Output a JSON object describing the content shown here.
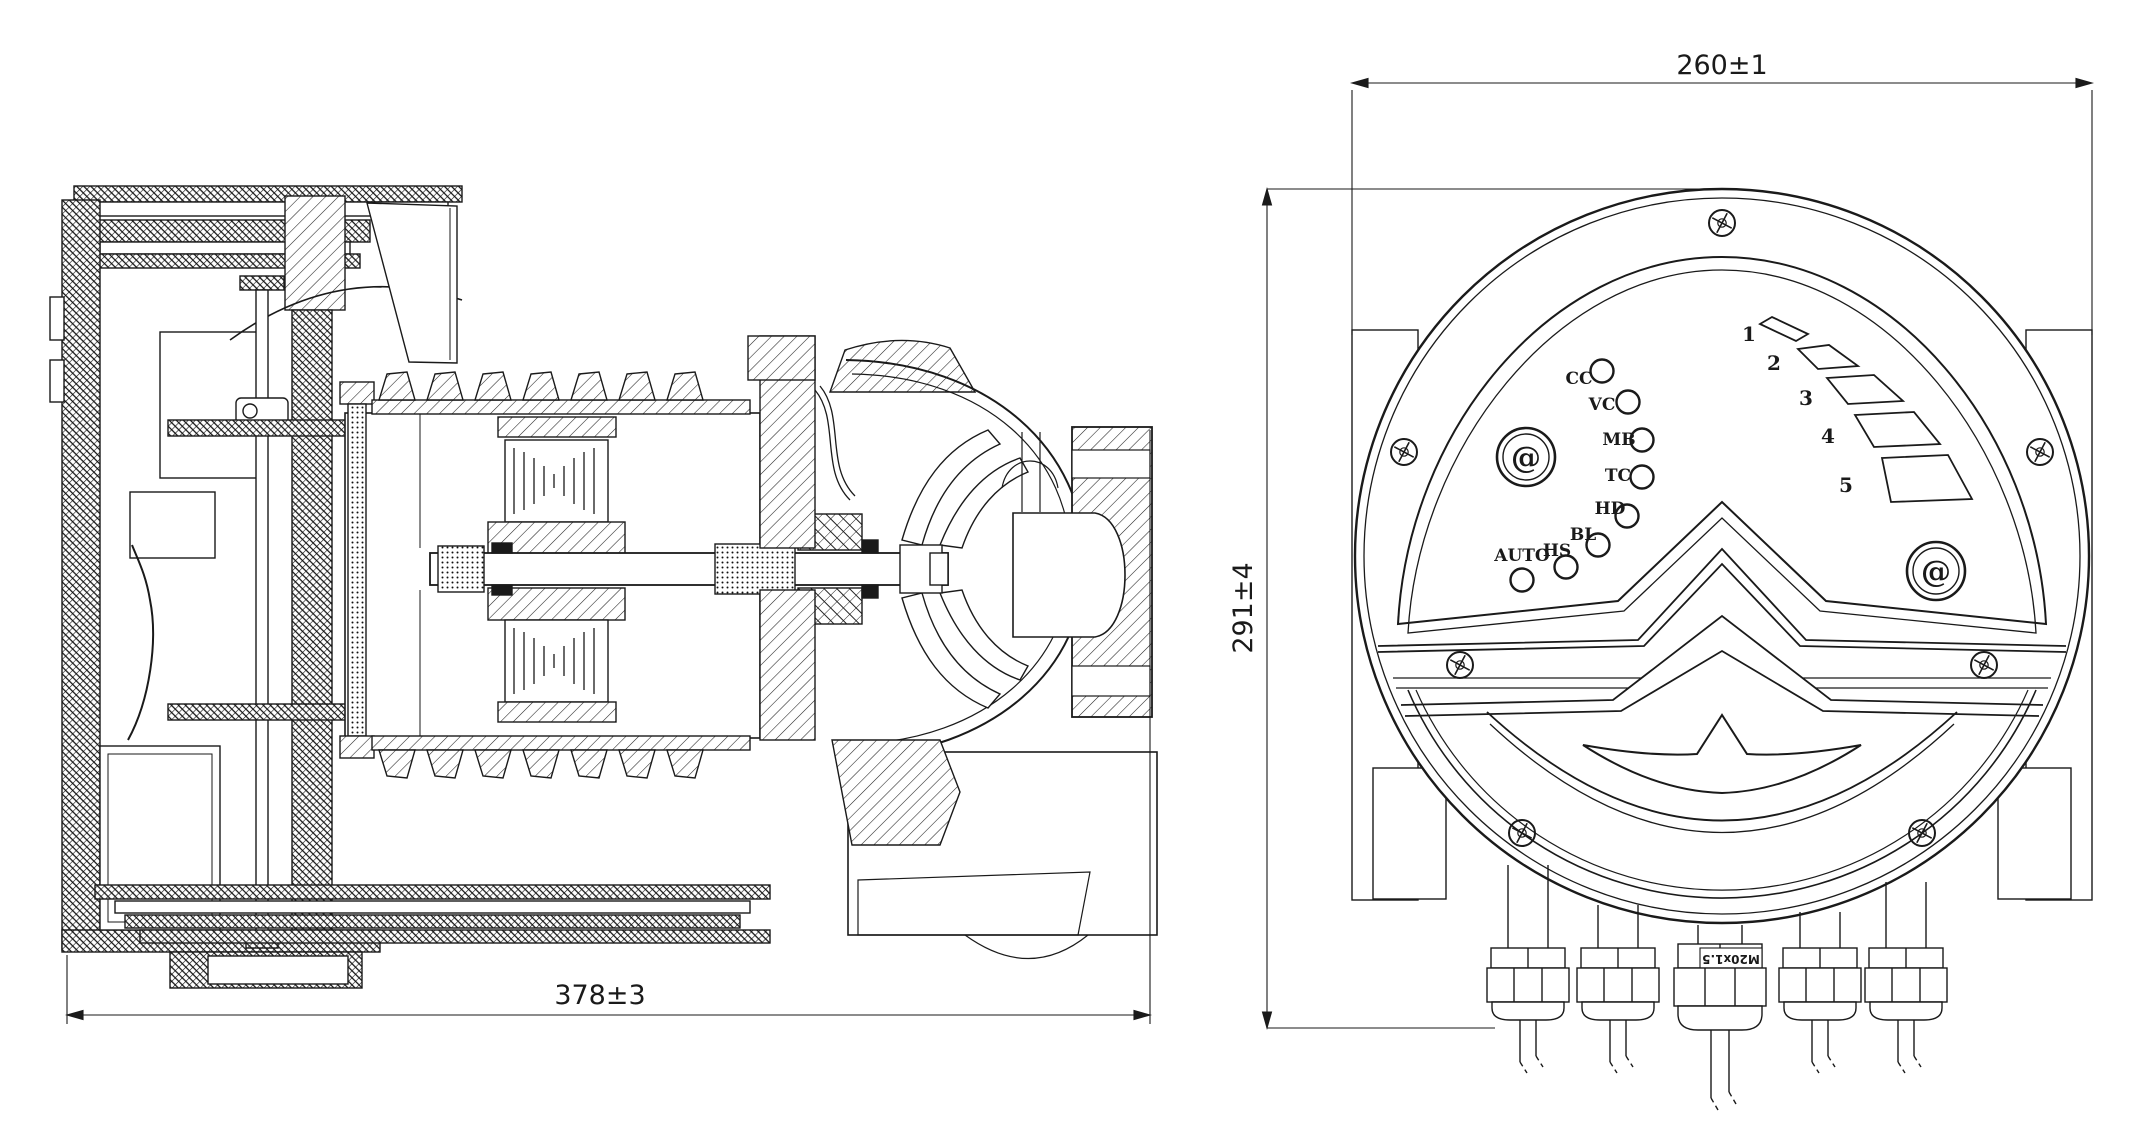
{
  "colors": {
    "line": "#1a1a1a",
    "background": "#ffffff"
  },
  "left_view": {
    "dim_length": {
      "label": "378±3"
    }
  },
  "right_view": {
    "dim_width": {
      "label": "260±1"
    },
    "dim_height": {
      "label": "291±4"
    },
    "indicator_leds": [
      {
        "label": "CC"
      },
      {
        "label": "VC"
      },
      {
        "label": "MB"
      },
      {
        "label": "TC"
      },
      {
        "label": "HD"
      },
      {
        "label": "BL"
      },
      {
        "label": "HS"
      },
      {
        "label": "AUTO"
      }
    ],
    "level_scale": [
      {
        "label": "1"
      },
      {
        "label": "2"
      },
      {
        "label": "3"
      },
      {
        "label": "4"
      },
      {
        "label": "5"
      }
    ],
    "buttons": [
      {
        "glyph": "@"
      },
      {
        "glyph": "@"
      }
    ],
    "cable_glands": {
      "thread_label": "M20x1.5"
    }
  }
}
